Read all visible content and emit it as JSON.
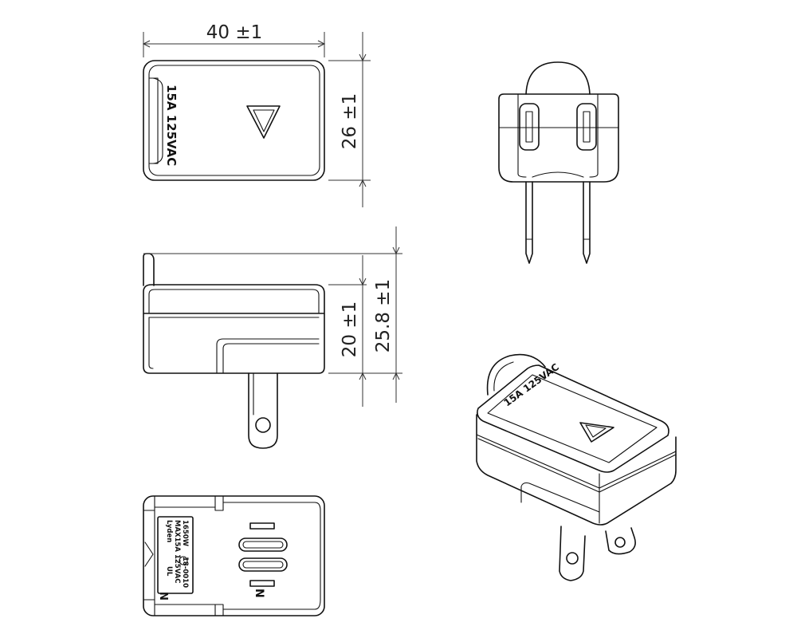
{
  "dimensions": {
    "width": "40 ±1",
    "depth": "26 ±1",
    "body_height": "20 ±1",
    "total_height": "25.8 ±1"
  },
  "markings": {
    "rating": "15A 125VAC",
    "neutral_mark": "N",
    "brand": "Lyden",
    "rating_label": "MAX15A 125VAC",
    "power_label": "1650W",
    "label_suffix_a": "UL",
    "label_suffix_b": "18-0010"
  }
}
